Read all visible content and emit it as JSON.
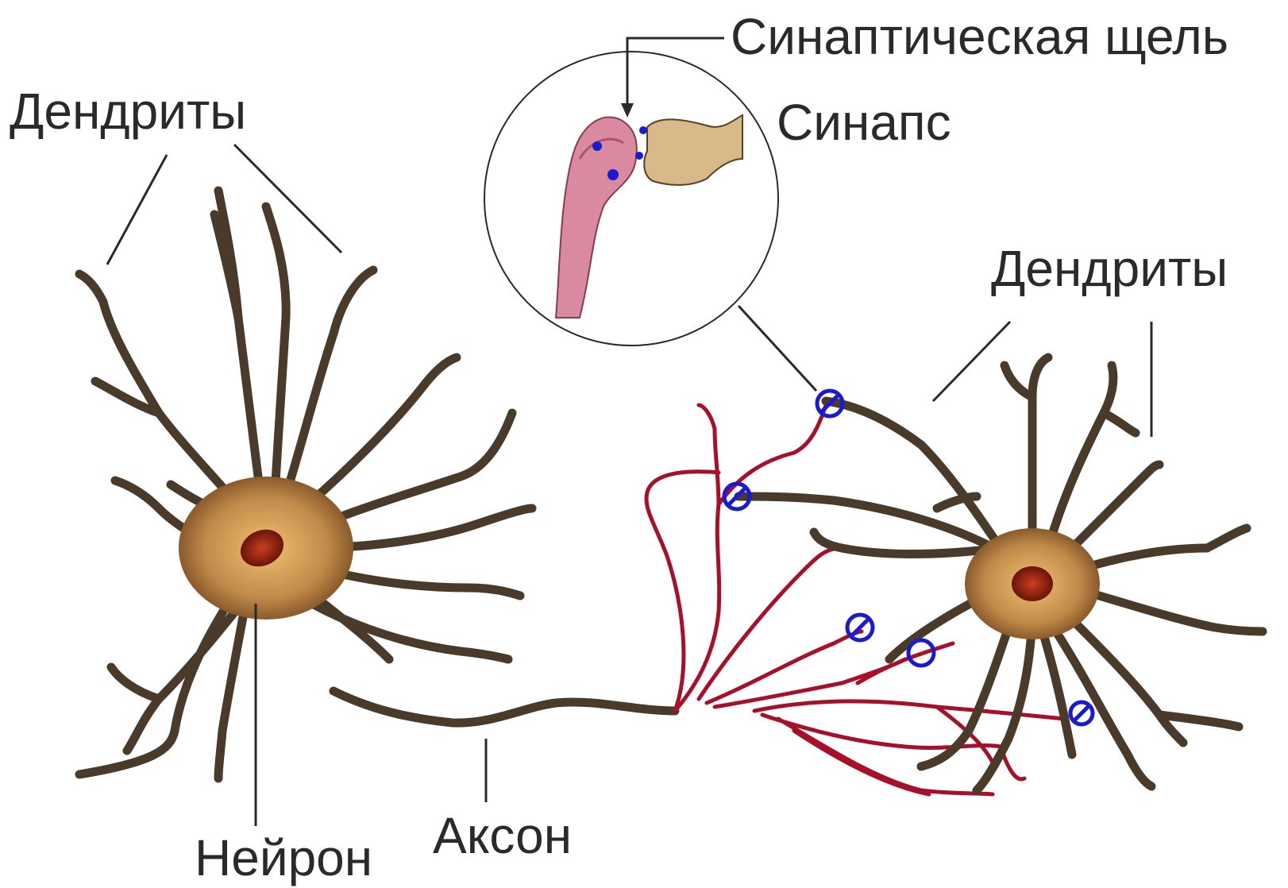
{
  "labels": {
    "dendrites_left": "Дендриты",
    "synaptic_cleft": "Синаптическая щель",
    "synapse": "Синапс",
    "dendrites_right": "Дендриты",
    "neuron": "Нейрон",
    "axon": "Аксон"
  },
  "colors": {
    "dendrite": "#4a3a2a",
    "cell_body": "#c08a4a",
    "nucleus": "#8b1e0e",
    "axon_terminal": "#a8102a",
    "synapse_marker": "#1a1ad0",
    "leader_line": "#2a2a2a",
    "presynaptic": "#d98aa0",
    "postsynaptic": "#d7b98a"
  }
}
